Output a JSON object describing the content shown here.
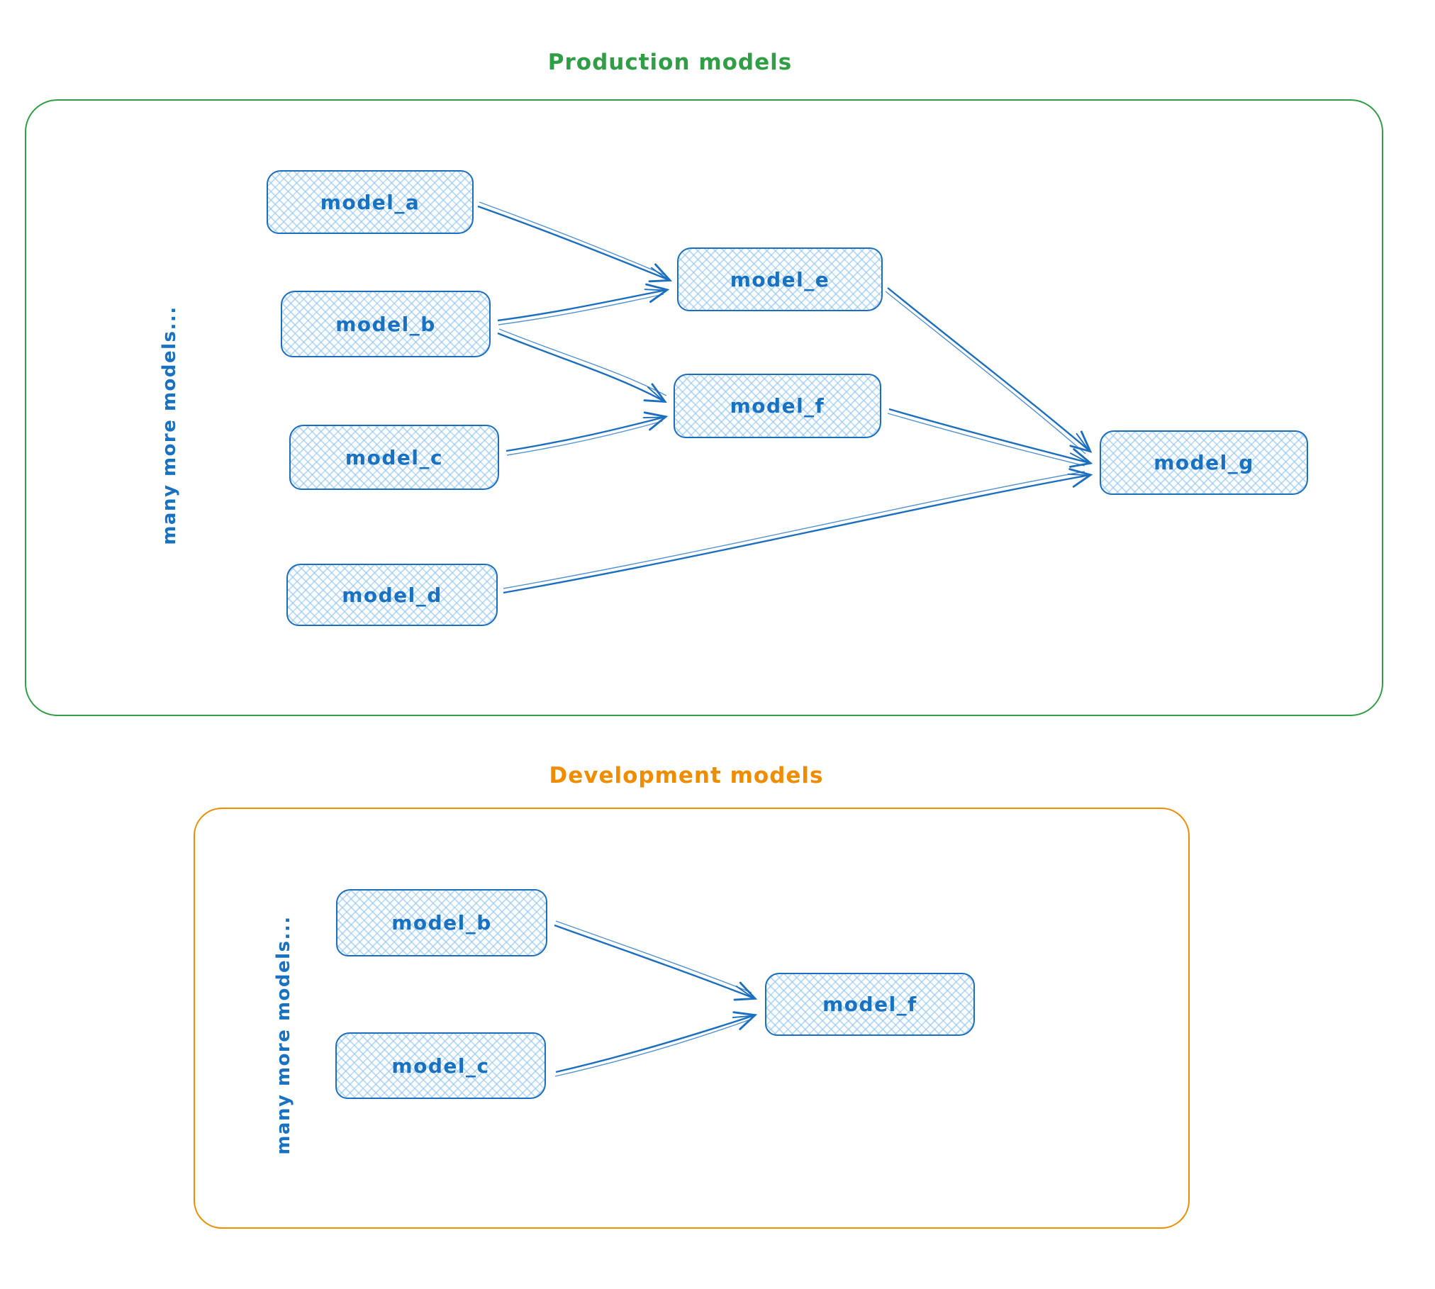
{
  "colors": {
    "node_stroke": "#1c6fbf",
    "node_text": "#1971c2",
    "node_fill_hatch": "#a5d8ff",
    "production_accent": "#2f9e44",
    "development_accent": "#f08c00"
  },
  "sections": {
    "production": {
      "title": "Production models",
      "side_label": "many more models...",
      "nodes": [
        {
          "id": "model_a",
          "label": "model_a"
        },
        {
          "id": "model_b",
          "label": "model_b"
        },
        {
          "id": "model_c",
          "label": "model_c"
        },
        {
          "id": "model_d",
          "label": "model_d"
        },
        {
          "id": "model_e",
          "label": "model_e"
        },
        {
          "id": "model_f",
          "label": "model_f"
        },
        {
          "id": "model_g",
          "label": "model_g"
        }
      ],
      "edges": [
        {
          "from": "model_a",
          "to": "model_e"
        },
        {
          "from": "model_b",
          "to": "model_e"
        },
        {
          "from": "model_b",
          "to": "model_f"
        },
        {
          "from": "model_c",
          "to": "model_f"
        },
        {
          "from": "model_e",
          "to": "model_g"
        },
        {
          "from": "model_f",
          "to": "model_g"
        },
        {
          "from": "model_d",
          "to": "model_g"
        }
      ]
    },
    "development": {
      "title": "Development models",
      "side_label": "many more models...",
      "nodes": [
        {
          "id": "model_b",
          "label": "model_b"
        },
        {
          "id": "model_c",
          "label": "model_c"
        },
        {
          "id": "model_f",
          "label": "model_f"
        }
      ],
      "edges": [
        {
          "from": "model_b",
          "to": "model_f"
        },
        {
          "from": "model_c",
          "to": "model_f"
        }
      ]
    }
  }
}
